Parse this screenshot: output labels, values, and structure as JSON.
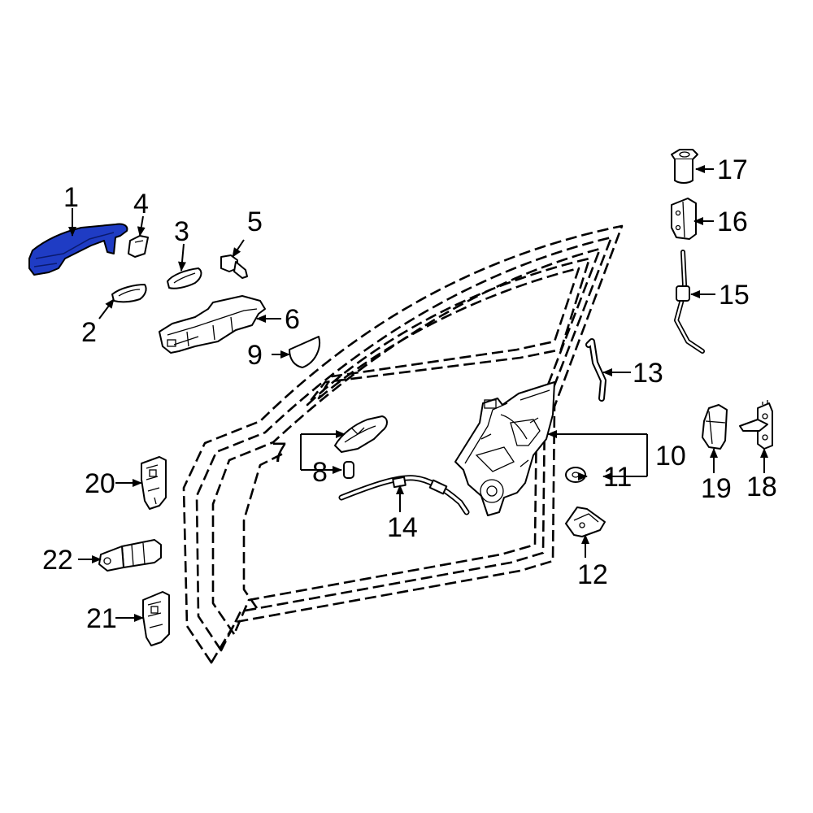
{
  "highlight_color": "#1f3cc4",
  "outline_color": "#000000",
  "callouts": {
    "c1": "1",
    "c2": "2",
    "c3": "3",
    "c4": "4",
    "c5": "5",
    "c6": "6",
    "c7": "7",
    "c8": "8",
    "c9": "9",
    "c10": "10",
    "c11": "11",
    "c12": "12",
    "c13": "13",
    "c14": "14",
    "c15": "15",
    "c16": "16",
    "c17": "17",
    "c18": "18",
    "c19": "19",
    "c20": "20",
    "c21": "21",
    "c22": "22"
  }
}
